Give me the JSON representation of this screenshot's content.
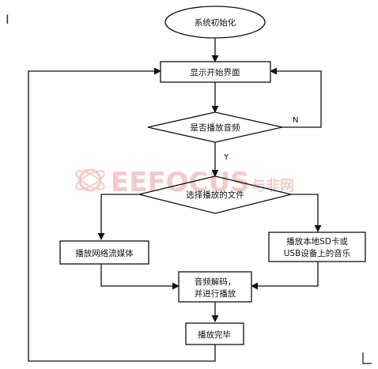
{
  "diagram": {
    "start": "系统初始化",
    "show_start_screen": "显示开始界面",
    "decision_play": "是否播放音频",
    "decision_select": "选择播放的文件",
    "play_network": "播放网络流媒体",
    "play_local_line1": "播放本地SD卡或",
    "play_local_line2": "USB设备上的音乐",
    "decode_line1": "音频解码，",
    "decode_line2": "并进行播放",
    "finish": "播放完毕",
    "label_no": "N",
    "label_yes": "Y"
  },
  "watermark": {
    "latin": "EEFOCUS",
    "cjk": "与非网",
    "color": "#e9a0a0"
  },
  "cursor_glyph": "I",
  "colors": {
    "line": "#111111",
    "fill": "#ffffff"
  }
}
